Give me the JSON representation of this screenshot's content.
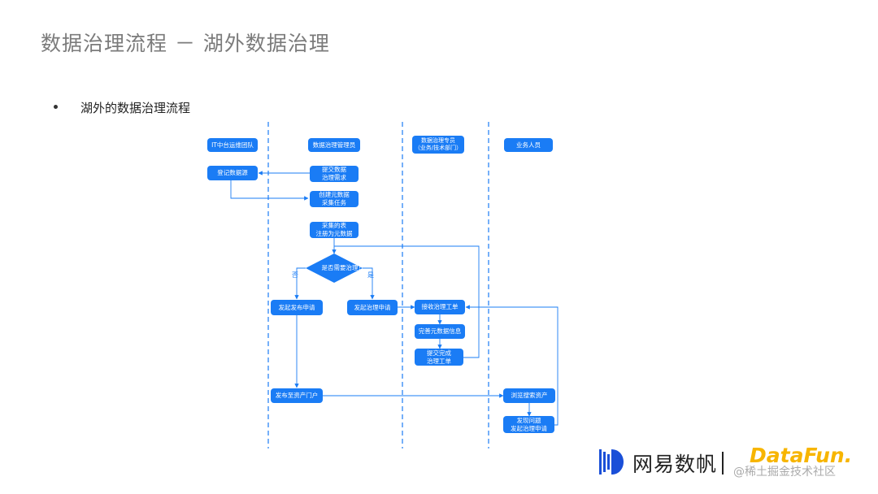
{
  "title": "数据治理流程 － 湖外数据治理",
  "bullet": "湖外的数据治理流程",
  "lanes": {
    "it_team": "IT中台运维团队",
    "admin": "数据治理管理员",
    "specialist": "数据治理专员\n（业务/技术部门）",
    "business": "业务人员"
  },
  "nodes": {
    "register_source": "登记数据源",
    "submit_request": "提交数据\n治理需求",
    "create_task": "创建元数据\n采集任务",
    "register_meta": "采集的表\n注册为元数据",
    "decision": "是否需要治理?",
    "publish_request": "发起发布申请",
    "governance_request": "发起治理申请",
    "receive_ticket": "接收治理工单",
    "complete_meta": "完善元数据信息",
    "submit_ticket": "提交完成\n治理工单",
    "publish_portal": "发布至资产门户",
    "browse_assets": "浏览搜索资产",
    "find_issue": "发现问题\n发起治理申请"
  },
  "edge_labels": {
    "no": "否",
    "yes": "是"
  },
  "logos": {
    "netease": "网易数帆",
    "datafun": "DataFun.",
    "watermark": "@稀土掘金技术社区"
  },
  "colors": {
    "node_fill": "#1a7cf5",
    "lane_line": "#1a7cf5",
    "title": "#7b7b7b"
  }
}
